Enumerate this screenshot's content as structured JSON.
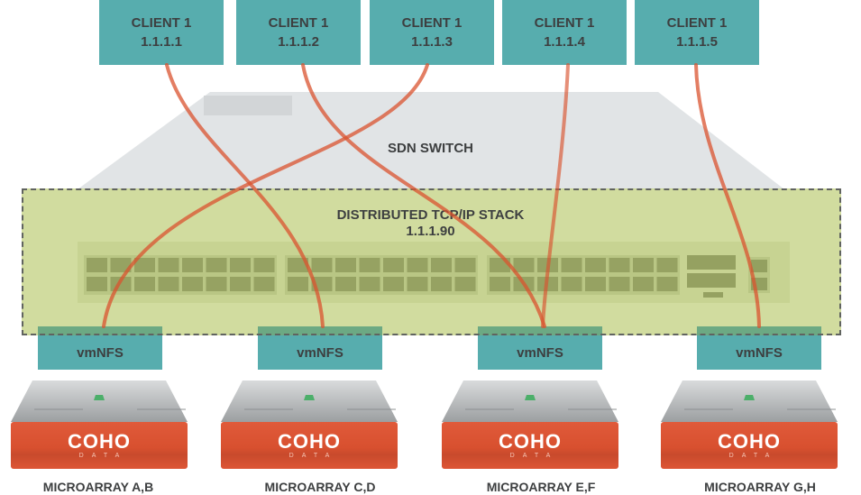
{
  "clients": [
    {
      "name": "CLIENT 1",
      "ip": "1.1.1.1"
    },
    {
      "name": "CLIENT 1",
      "ip": "1.1.1.2"
    },
    {
      "name": "CLIENT 1",
      "ip": "1.1.1.3"
    },
    {
      "name": "CLIENT 1",
      "ip": "1.1.1.4"
    },
    {
      "name": "CLIENT 1",
      "ip": "1.1.1.5"
    }
  ],
  "switch": {
    "label": "SDN SWITCH"
  },
  "stack": {
    "label": "DISTRIBUTED TCP/IP STACK",
    "ip": "1.1.1.90"
  },
  "vmnfs": [
    {
      "label": "vmNFS"
    },
    {
      "label": "vmNFS"
    },
    {
      "label": "vmNFS"
    },
    {
      "label": "vmNFS"
    }
  ],
  "arrays": [
    {
      "brand": "COHO",
      "sub": "DATA",
      "label": "MICROARRAY A,B"
    },
    {
      "brand": "COHO",
      "sub": "DATA",
      "label": "MICROARRAY C,D"
    },
    {
      "brand": "COHO",
      "sub": "DATA",
      "label": "MICROARRAY E,F"
    },
    {
      "brand": "COHO",
      "sub": "DATA",
      "label": "MICROARRAY G,H"
    }
  ],
  "colors": {
    "client_box": "#57adae",
    "link_line": "#d9532f",
    "switch_body": "#e1e4e6",
    "stack_overlay": "#bfcf7a",
    "array_front": "#d8502f",
    "led": "#4caf6a",
    "text_dark": "#3d3f40"
  }
}
